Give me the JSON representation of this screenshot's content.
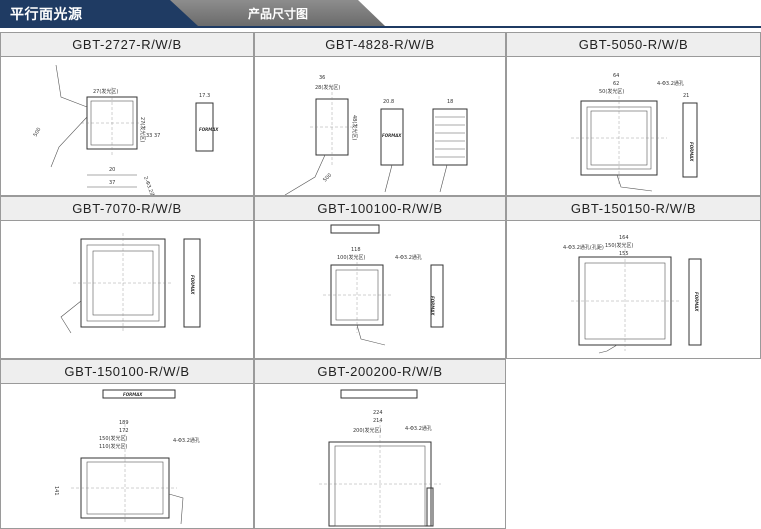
{
  "header": {
    "section_title": "平行面光源",
    "subtitle": "产品尺寸图"
  },
  "products": [
    {
      "model": "GBT-2727-R/W/B",
      "dims": {
        "w": "27(发光区)",
        "h": "27(发光区)",
        "outer": "37",
        "base": "20",
        "side": "17.3",
        "hole": "2-Φ3.2通孔",
        "cable": "500",
        "o2": "33"
      }
    },
    {
      "model": "GBT-4828-R/W/B",
      "dims": {
        "w": "28(发光区)",
        "top": "36",
        "h": "48(发光区)",
        "side": "20.8",
        "cable": "500",
        "rear": "18"
      }
    },
    {
      "model": "GBT-5050-R/W/B",
      "dims": {
        "outer": "64",
        "mid": "62",
        "w": "50(发光区)",
        "hole": "4-Φ3.2通孔",
        "side": "21"
      }
    },
    {
      "model": "GBT-7070-R/W/B",
      "dims": {}
    },
    {
      "model": "GBT-100100-R/W/B",
      "dims": {
        "outer": "118",
        "w": "100(发光区)",
        "hole": "4-Φ3.2通孔"
      }
    },
    {
      "model": "GBT-150150-R/W/B",
      "dims": {
        "outer": "164",
        "w": "150(发光区)",
        "mid": "155",
        "hole": "4-Φ3.2通孔(孔距)"
      }
    },
    {
      "model": "GBT-150100-R/W/B",
      "dims": {
        "outer": "189",
        "mid": "172",
        "w": "150(发光区)",
        "inner": "110(发光区)",
        "hole": "4-Φ3.2通孔",
        "left": "141"
      }
    },
    {
      "model": "GBT-200200-R/W/B",
      "dims": {
        "outer": "224",
        "mid": "214",
        "w": "200(发光区)",
        "hole": "4-Φ3.2通孔"
      }
    }
  ],
  "brand_label": "FORMAX"
}
